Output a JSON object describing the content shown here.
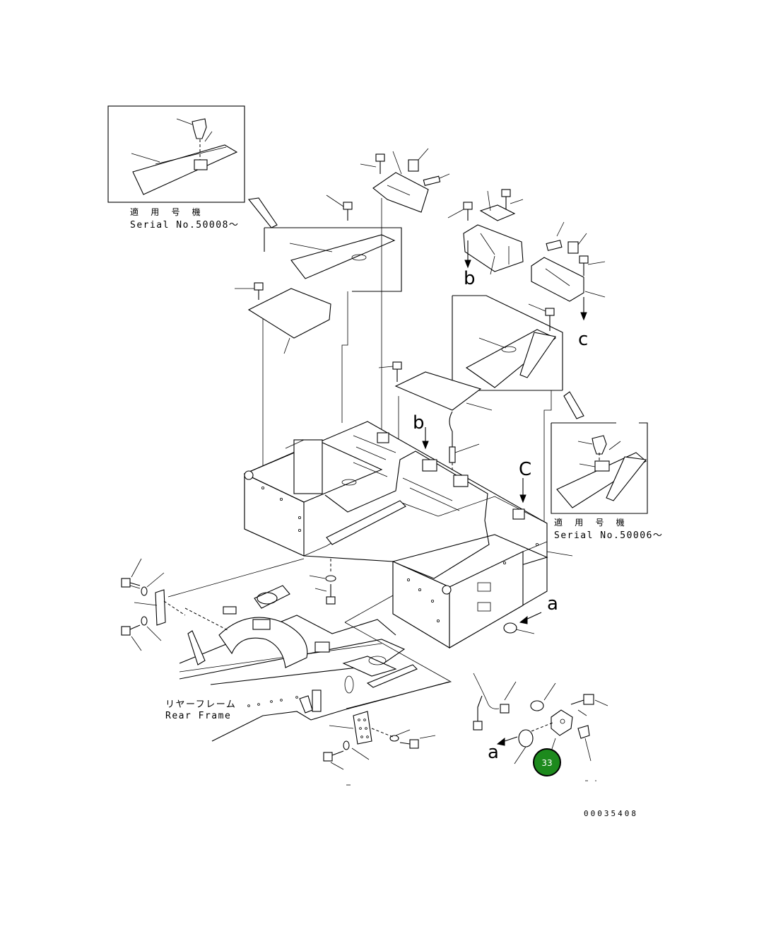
{
  "inset_left": {
    "applies_jp": "適 用 号 機",
    "serial": "Serial No.50008～"
  },
  "inset_right": {
    "applies_jp": "適 用 号 機",
    "serial": "Serial No.50006～"
  },
  "callout_letters": {
    "b_upper": "b",
    "c_upper": "c",
    "b_lower": "b",
    "c_lower": "C",
    "a_right": "a",
    "a_lower": "a"
  },
  "rear_frame": {
    "label_jp": "リヤーフレーム",
    "label_en": "Rear Frame"
  },
  "badge": {
    "number": "33",
    "color": "#1d8a1d"
  },
  "doc_number": "00035408"
}
